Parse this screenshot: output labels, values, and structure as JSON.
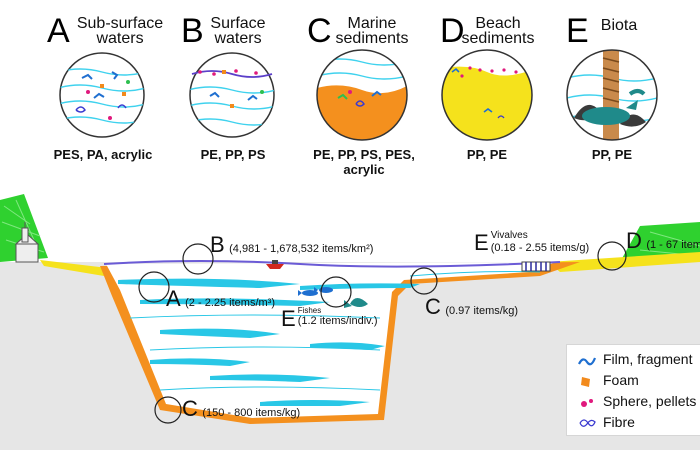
{
  "panels": [
    {
      "letter": "A",
      "title_line1": "Sub-surface",
      "title_line2": "waters",
      "polymers": "PES, PA, acrylic"
    },
    {
      "letter": "B",
      "title_line1": "Surface",
      "title_line2": "waters",
      "polymers": "PE, PP, PS"
    },
    {
      "letter": "C",
      "title_line1": "Marine",
      "title_line2": "sediments",
      "polymers": "PE, PP, PS, PES, acrylic"
    },
    {
      "letter": "D",
      "title_line1": "Beach",
      "title_line2": "sediments",
      "polymers": "PP, PE"
    },
    {
      "letter": "E",
      "title_line1": "Biota",
      "title_line2": "",
      "polymers": "PP, PE"
    }
  ],
  "annotations": {
    "b_surface": {
      "letter": "B",
      "text": "(4,981 - 1,678,532 items/km²)"
    },
    "a_subsurface": {
      "letter": "A",
      "text": "(2 - 2.25 items/m³)"
    },
    "e_fishes": {
      "letter": "E",
      "title": "Fishes",
      "text": "(1.2 items/indiv.)"
    },
    "c_shelf": {
      "letter": "C",
      "text": "(0.97 items/kg)"
    },
    "e_bivalves": {
      "letter": "E",
      "title": "Vivalves",
      "text": "(0.18 - 2.55 items/g)"
    },
    "d_beach": {
      "letter": "D",
      "text": "(1 - 67 item"
    },
    "c_deep": {
      "letter": "C",
      "text": "(150 - 800 items/kg)"
    }
  },
  "legend": {
    "items": [
      {
        "label": "Film, fragment",
        "icon": "film-fragment-icon",
        "color": "#1f6fd0"
      },
      {
        "label": "Foam",
        "icon": "foam-icon",
        "color": "#f28a1c"
      },
      {
        "label": "Sphere, pellets",
        "icon": "sphere-pellet-icon",
        "color": "#e0197d"
      },
      {
        "label": "Fibre",
        "icon": "fibre-icon",
        "color": "#3a3ad0"
      }
    ]
  },
  "colors": {
    "water": "#29c7e6",
    "sediment": "#f4901e",
    "beach": "#f5e21c",
    "hill": "#2fd12f",
    "land": "#e6e6e6"
  }
}
